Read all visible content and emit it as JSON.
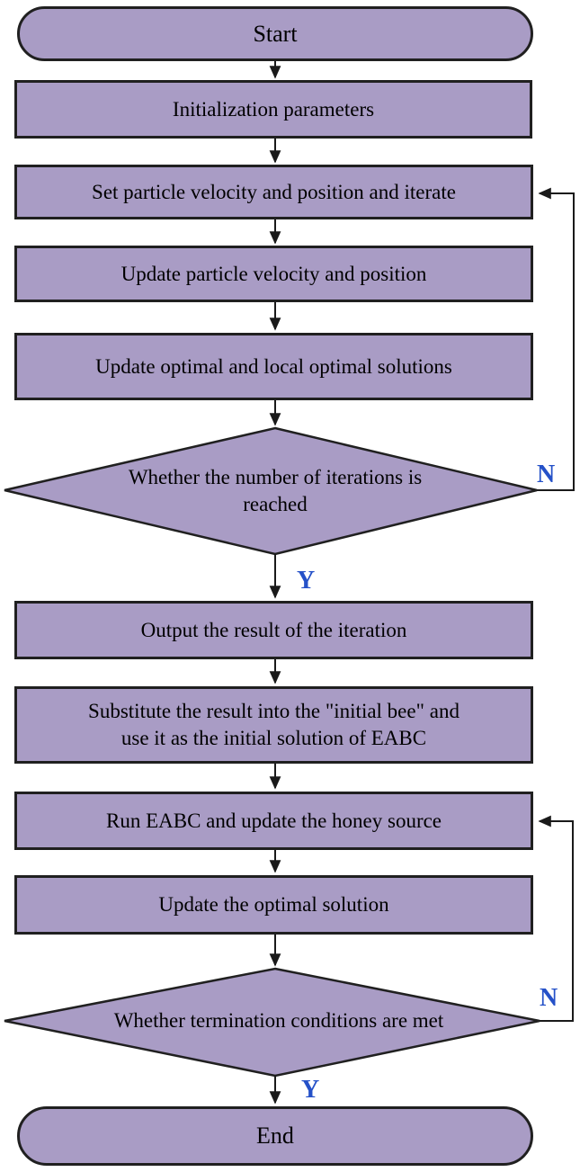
{
  "flowchart": {
    "colors": {
      "node_fill": "#a99cc5",
      "node_border": "#202020",
      "connector": "#1a1a1a",
      "text": "#000000",
      "branch_label": "#2551c8",
      "background": "#ffffff"
    },
    "branch": {
      "yes": "Y",
      "no": "N"
    },
    "nodes": [
      {
        "id": "start",
        "type": "terminator",
        "label": "Start"
      },
      {
        "id": "init-params",
        "type": "process",
        "label": "Initialization parameters"
      },
      {
        "id": "set-particle",
        "type": "process",
        "label": "Set particle velocity and position and iterate"
      },
      {
        "id": "update-particle",
        "type": "process",
        "label": "Update particle velocity and position"
      },
      {
        "id": "update-optimal-local",
        "type": "process",
        "label": "Update optimal and local optimal solutions"
      },
      {
        "id": "decision-iterations",
        "type": "decision",
        "label": "Whether the number of iterations is\nreached"
      },
      {
        "id": "output-result",
        "type": "process",
        "label": "Output the result of the iteration"
      },
      {
        "id": "substitute-result",
        "type": "process",
        "label": "Substitute the result into the \"initial bee\" and\nuse it as the initial solution of EABC"
      },
      {
        "id": "run-eabc",
        "type": "process",
        "label": "Run EABC and update the honey source"
      },
      {
        "id": "update-optimal",
        "type": "process",
        "label": "Update the optimal solution"
      },
      {
        "id": "decision-termination",
        "type": "decision",
        "label": "Whether termination conditions are met"
      },
      {
        "id": "end",
        "type": "terminator",
        "label": "End"
      }
    ],
    "edges": [
      {
        "from": "start",
        "to": "init-params",
        "label": ""
      },
      {
        "from": "init-params",
        "to": "set-particle",
        "label": ""
      },
      {
        "from": "set-particle",
        "to": "update-particle",
        "label": ""
      },
      {
        "from": "update-particle",
        "to": "update-optimal-local",
        "label": ""
      },
      {
        "from": "update-optimal-local",
        "to": "decision-iterations",
        "label": ""
      },
      {
        "from": "decision-iterations",
        "to": "output-result",
        "label": "Y"
      },
      {
        "from": "decision-iterations",
        "to": "set-particle",
        "label": "N"
      },
      {
        "from": "output-result",
        "to": "substitute-result",
        "label": ""
      },
      {
        "from": "substitute-result",
        "to": "run-eabc",
        "label": ""
      },
      {
        "from": "run-eabc",
        "to": "update-optimal",
        "label": ""
      },
      {
        "from": "update-optimal",
        "to": "decision-termination",
        "label": ""
      },
      {
        "from": "decision-termination",
        "to": "end",
        "label": "Y"
      },
      {
        "from": "decision-termination",
        "to": "run-eabc",
        "label": "N"
      }
    ]
  }
}
